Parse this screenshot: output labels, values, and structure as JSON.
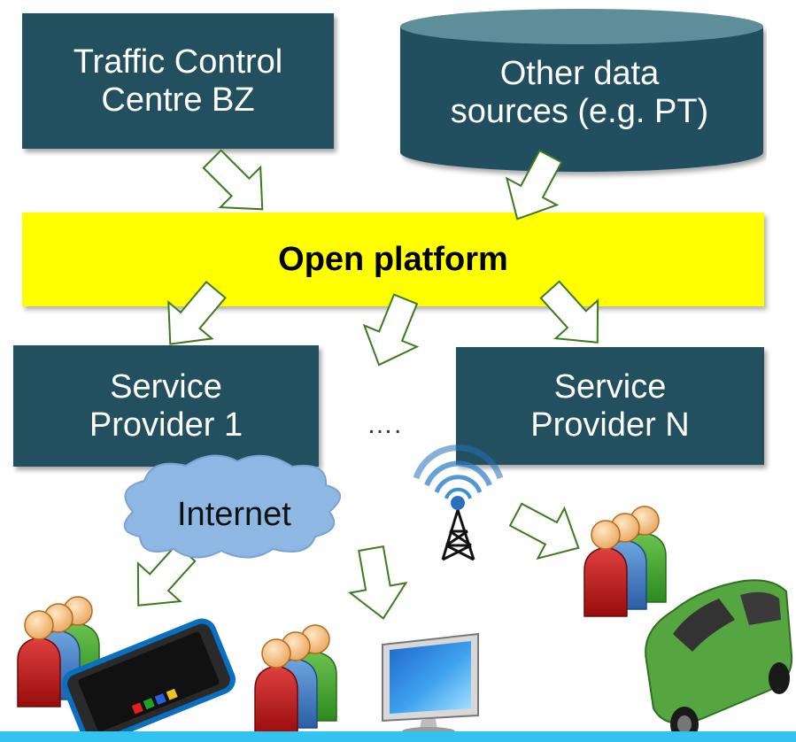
{
  "boxes": {
    "traffic_control": "Traffic Control\nCentre BZ",
    "other_sources_line1": "Other data",
    "other_sources_line2": "sources (e.g. PT)",
    "platform": "Open platform",
    "provider_1_line1": "Service",
    "provider_1_line2": "Provider 1",
    "provider_n_line1": "Service",
    "provider_n_line2": "Provider N",
    "ellipsis": "….",
    "internet": "Internet"
  },
  "icons": [
    "people-group-icon",
    "smartphone-icon",
    "monitor-icon",
    "car-icon",
    "antenna-icon",
    "cloud-icon"
  ],
  "colors": {
    "box": "#22505f",
    "platform": "#ffff00",
    "arrow_stroke": "#3d7a1e",
    "cloud": "#8fb7e3",
    "bottom_bar": "#33c3f0"
  }
}
